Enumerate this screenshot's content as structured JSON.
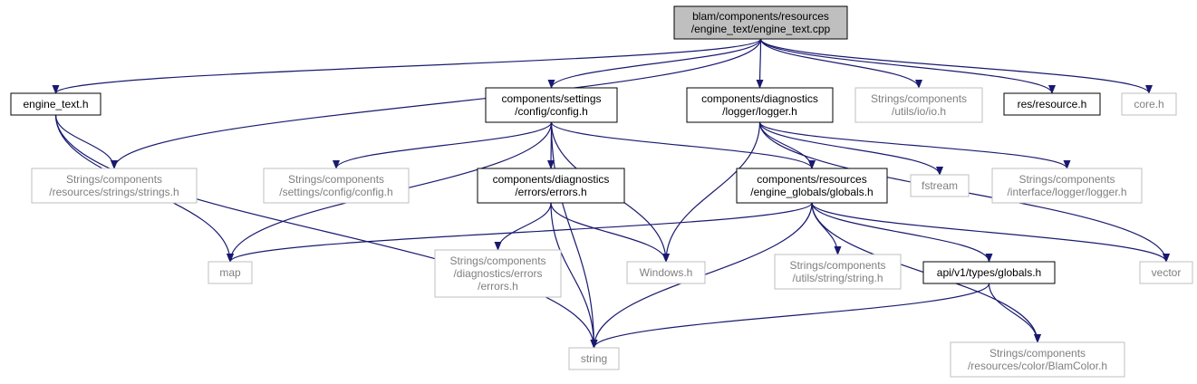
{
  "diagram": {
    "type": "include-dependency-graph",
    "colors": {
      "edge": "#191970",
      "root_fill": "#bfbfbf",
      "strong_border": "#000000",
      "weak_border": "#bfbfbf",
      "weak_text": "#7f7f7f"
    },
    "nodes": [
      {
        "id": "root",
        "lines": [
          "blam/components/resources",
          "/engine_text/engine_text.cpp"
        ],
        "style": "root"
      },
      {
        "id": "engine_text_h",
        "lines": [
          "engine_text.h"
        ],
        "style": "strong"
      },
      {
        "id": "config_h",
        "lines": [
          "components/settings",
          "/config/config.h"
        ],
        "style": "strong"
      },
      {
        "id": "logger_h",
        "lines": [
          "components/diagnostics",
          "/logger/logger.h"
        ],
        "style": "strong"
      },
      {
        "id": "io_h",
        "lines": [
          "Strings/components",
          "/utils/io/io.h"
        ],
        "style": "weak"
      },
      {
        "id": "resource_h",
        "lines": [
          "res/resource.h"
        ],
        "style": "strong"
      },
      {
        "id": "core_h",
        "lines": [
          "core.h"
        ],
        "style": "weak"
      },
      {
        "id": "strings_h",
        "lines": [
          "Strings/components",
          "/resources/strings/strings.h"
        ],
        "style": "weak"
      },
      {
        "id": "str_config_h",
        "lines": [
          "Strings/components",
          "/settings/config/config.h"
        ],
        "style": "weak"
      },
      {
        "id": "errors_h",
        "lines": [
          "components/diagnostics",
          "/errors/errors.h"
        ],
        "style": "strong"
      },
      {
        "id": "globals_h",
        "lines": [
          "components/resources",
          "/engine_globals/globals.h"
        ],
        "style": "strong"
      },
      {
        "id": "fstream",
        "lines": [
          "fstream"
        ],
        "style": "weak"
      },
      {
        "id": "str_logger_h",
        "lines": [
          "Strings/components",
          "/interface/logger/logger.h"
        ],
        "style": "weak"
      },
      {
        "id": "map",
        "lines": [
          "map"
        ],
        "style": "weak"
      },
      {
        "id": "str_errors_h",
        "lines": [
          "Strings/components",
          "/diagnostics/errors",
          "/errors.h"
        ],
        "style": "weak"
      },
      {
        "id": "windows_h",
        "lines": [
          "Windows.h"
        ],
        "style": "weak"
      },
      {
        "id": "string_h",
        "lines": [
          "Strings/components",
          "/utils/string/string.h"
        ],
        "style": "weak"
      },
      {
        "id": "api_globals_h",
        "lines": [
          "api/v1/types/globals.h"
        ],
        "style": "strong"
      },
      {
        "id": "vector",
        "lines": [
          "vector"
        ],
        "style": "weak"
      },
      {
        "id": "string",
        "lines": [
          "string"
        ],
        "style": "weak"
      },
      {
        "id": "blamcolor_h",
        "lines": [
          "Strings/components",
          "/resources/color/BlamColor.h"
        ],
        "style": "weak"
      }
    ],
    "edges": [
      [
        "root",
        "engine_text_h"
      ],
      [
        "root",
        "config_h"
      ],
      [
        "root",
        "logger_h"
      ],
      [
        "root",
        "io_h"
      ],
      [
        "root",
        "resource_h"
      ],
      [
        "root",
        "core_h"
      ],
      [
        "root",
        "strings_h"
      ],
      [
        "engine_text_h",
        "strings_h"
      ],
      [
        "engine_text_h",
        "map"
      ],
      [
        "engine_text_h",
        "string"
      ],
      [
        "config_h",
        "str_config_h"
      ],
      [
        "config_h",
        "errors_h"
      ],
      [
        "config_h",
        "globals_h"
      ],
      [
        "config_h",
        "map"
      ],
      [
        "config_h",
        "windows_h"
      ],
      [
        "config_h",
        "string"
      ],
      [
        "logger_h",
        "globals_h"
      ],
      [
        "logger_h",
        "fstream"
      ],
      [
        "logger_h",
        "str_logger_h"
      ],
      [
        "logger_h",
        "windows_h"
      ],
      [
        "logger_h",
        "vector"
      ],
      [
        "errors_h",
        "str_errors_h"
      ],
      [
        "errors_h",
        "windows_h"
      ],
      [
        "errors_h",
        "string"
      ],
      [
        "globals_h",
        "map"
      ],
      [
        "globals_h",
        "string_h"
      ],
      [
        "globals_h",
        "api_globals_h"
      ],
      [
        "globals_h",
        "vector"
      ],
      [
        "globals_h",
        "string"
      ],
      [
        "globals_h",
        "blamcolor_h"
      ],
      [
        "api_globals_h",
        "string"
      ],
      [
        "api_globals_h",
        "blamcolor_h"
      ]
    ]
  }
}
